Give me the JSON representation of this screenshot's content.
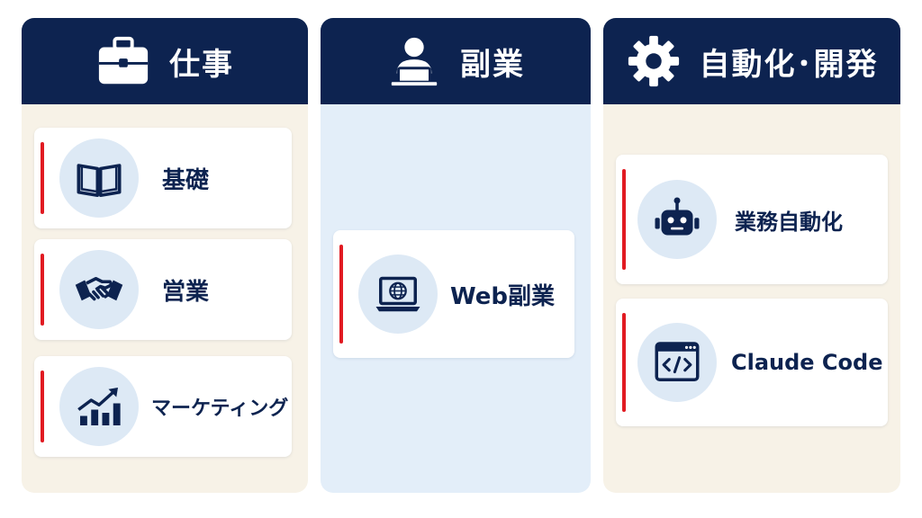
{
  "columns": [
    {
      "title": "仕事",
      "icon": "briefcase-icon",
      "items": [
        {
          "label": "基礎",
          "icon": "open-book-icon"
        },
        {
          "label": "営業",
          "icon": "handshake-icon"
        },
        {
          "label": "マーケティング",
          "icon": "growth-chart-icon"
        }
      ]
    },
    {
      "title": "副業",
      "icon": "person-laptop-icon",
      "items": [
        {
          "label": "Web副業",
          "icon": "laptop-globe-icon"
        }
      ]
    },
    {
      "title": "自動化･開発",
      "icon": "gear-icon",
      "items": [
        {
          "label": "業務自動化",
          "icon": "robot-icon"
        },
        {
          "label": "Claude Code",
          "icon": "code-window-icon"
        }
      ]
    }
  ],
  "colors": {
    "navy": "#0d2350",
    "accent_red": "#e11b22",
    "cream": "#f7f2e7",
    "light_blue": "#e3eef9",
    "icon_circle": "#dde9f5"
  }
}
